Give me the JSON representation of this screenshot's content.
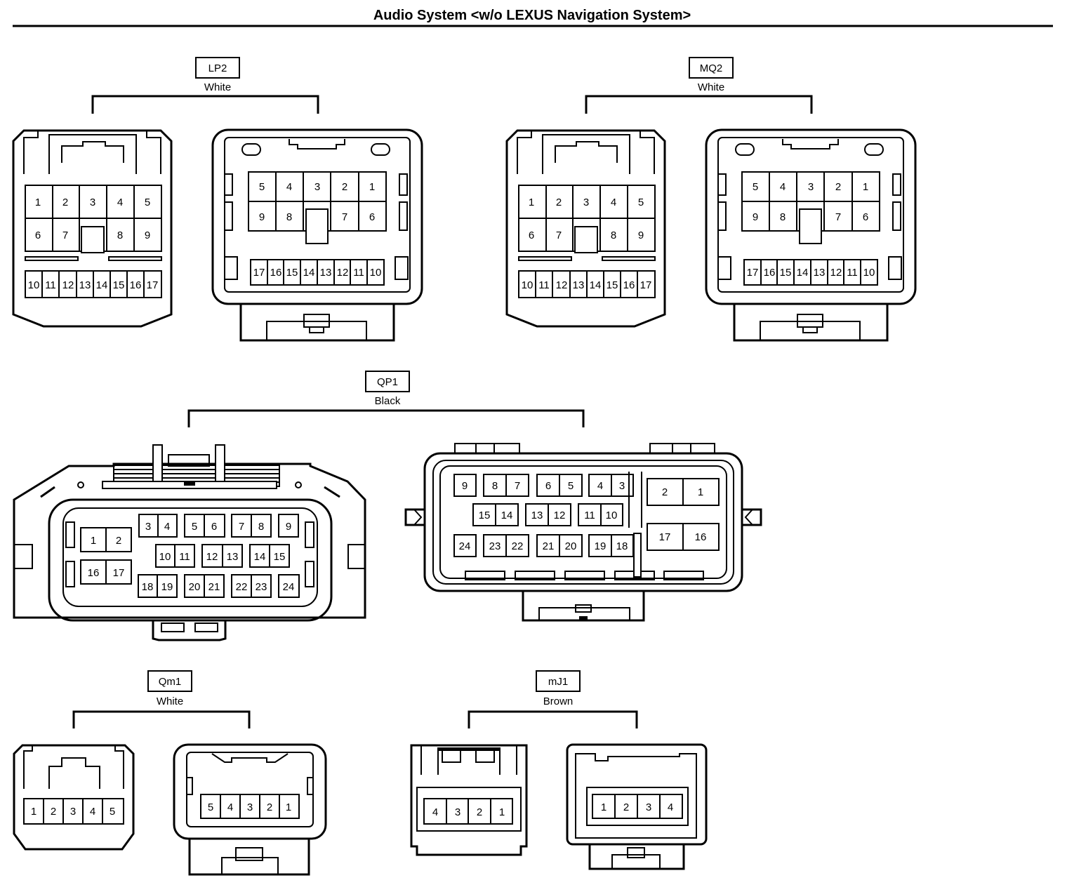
{
  "title": "Audio System <w/o LEXUS Navigation System>",
  "connectors": {
    "lp2": {
      "code": "LP2",
      "color": "White",
      "male_top": [
        "1",
        "2",
        "3",
        "4",
        "5"
      ],
      "male_mid": [
        "6",
        "7",
        "8",
        "9"
      ],
      "male_bottom": [
        "10",
        "11",
        "12",
        "13",
        "14",
        "15",
        "16",
        "17"
      ],
      "female_top": [
        "5",
        "4",
        "3",
        "2",
        "1"
      ],
      "female_mid": [
        "9",
        "8",
        "7",
        "6"
      ],
      "female_bottom": [
        "17",
        "16",
        "15",
        "14",
        "13",
        "12",
        "11",
        "10"
      ]
    },
    "mq2": {
      "code": "MQ2",
      "color": "White",
      "male_top": [
        "1",
        "2",
        "3",
        "4",
        "5"
      ],
      "male_mid": [
        "6",
        "7",
        "8",
        "9"
      ],
      "male_bottom": [
        "10",
        "11",
        "12",
        "13",
        "14",
        "15",
        "16",
        "17"
      ],
      "female_top": [
        "5",
        "4",
        "3",
        "2",
        "1"
      ],
      "female_mid": [
        "9",
        "8",
        "7",
        "6"
      ],
      "female_bottom": [
        "17",
        "16",
        "15",
        "14",
        "13",
        "12",
        "11",
        "10"
      ]
    },
    "qp1": {
      "code": "QP1",
      "color": "Black",
      "male_pins": [
        "1",
        "2",
        "16",
        "17",
        "3",
        "4",
        "5",
        "6",
        "7",
        "8",
        "9",
        "10",
        "11",
        "12",
        "13",
        "14",
        "15",
        "18",
        "19",
        "20",
        "21",
        "22",
        "23",
        "24"
      ],
      "female_pins": [
        "9",
        "8",
        "7",
        "6",
        "5",
        "4",
        "3",
        "2",
        "1",
        "15",
        "14",
        "13",
        "12",
        "11",
        "10",
        "17",
        "16",
        "24",
        "23",
        "22",
        "21",
        "20",
        "19",
        "18"
      ]
    },
    "qm1": {
      "code": "Qm1",
      "color": "White",
      "male_pins": [
        "1",
        "2",
        "3",
        "4",
        "5"
      ],
      "female_pins": [
        "5",
        "4",
        "3",
        "2",
        "1"
      ]
    },
    "mj1": {
      "code": "mJ1",
      "color": "Brown",
      "male_pins": [
        "4",
        "3",
        "2",
        "1"
      ],
      "female_pins": [
        "1",
        "2",
        "3",
        "4"
      ]
    }
  }
}
